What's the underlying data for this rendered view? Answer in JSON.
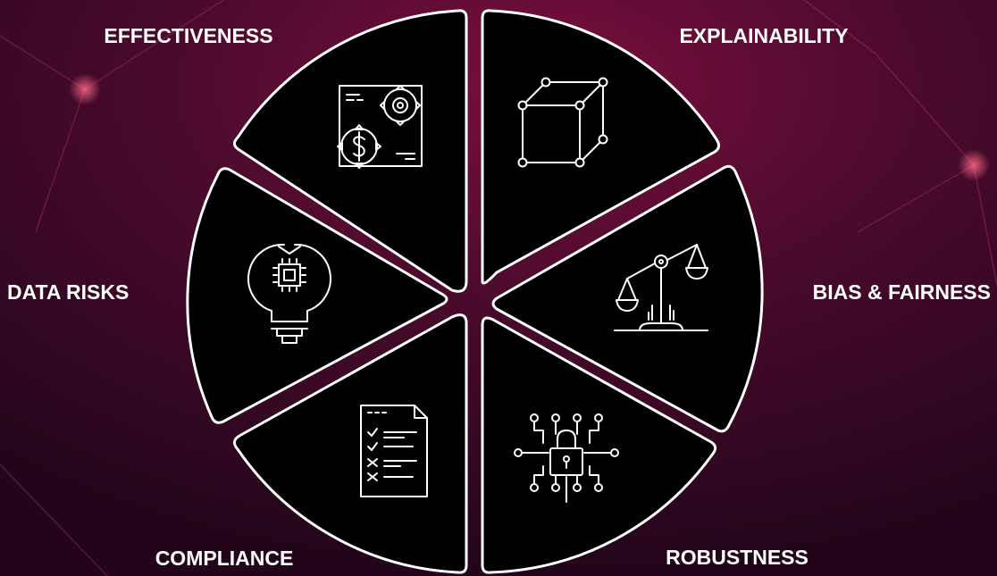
{
  "diagram": {
    "segments": [
      {
        "id": "effectiveness",
        "label": "EFFECTIVENESS",
        "icon": "gears-dollar-icon"
      },
      {
        "id": "explainability",
        "label": "EXPLAINABILITY",
        "icon": "cube-icon"
      },
      {
        "id": "bias-fairness",
        "label": "BIAS & FAIRNESS",
        "icon": "scales-icon"
      },
      {
        "id": "robustness",
        "label": "ROBUSTNESS",
        "icon": "circuit-lock-icon"
      },
      {
        "id": "compliance",
        "label": "COMPLIANCE",
        "icon": "checklist-document-icon"
      },
      {
        "id": "data-risks",
        "label": "DATA RISKS",
        "icon": "lightbulb-chip-icon"
      }
    ]
  },
  "colors": {
    "background_dark": "#2a0619",
    "background_accent": "#8a1046",
    "segment_fill": "#000000",
    "segment_stroke": "#ffffff",
    "label_color": "#ffffff"
  }
}
